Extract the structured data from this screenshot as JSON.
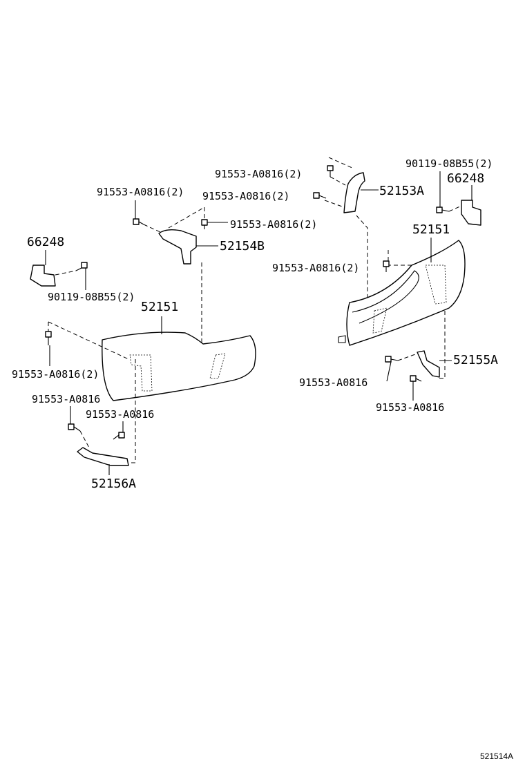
{
  "labels": {
    "p91553_r_top": "91553-A0816(2)",
    "p90119_r": "90119-08B55(2)",
    "p66248_r": "66248",
    "p91553_l_top": "91553-A0816(2)",
    "p91553_r_mid": "91553-A0816(2)",
    "p52153A": "52153A",
    "p91553_l_mid": "91553-A0816(2)",
    "p52151_r": "52151",
    "p66248_l": "66248",
    "p52154B": "52154B",
    "p91553_r_low": "91553-A0816(2)",
    "p90119_l": "90119-08B55(2)",
    "p52151_l": "52151",
    "p91553_l_low": "91553-A0816(2)",
    "p52155A": "52155A",
    "p91553_r_b1": "91553-A0816",
    "p91553_l_b1": "91553-A0816",
    "p91553_r_b2": "91553-A0816",
    "p91553_l_b2": "91553-A0816",
    "p52156A": "52156A"
  },
  "figure_code": "521514A"
}
